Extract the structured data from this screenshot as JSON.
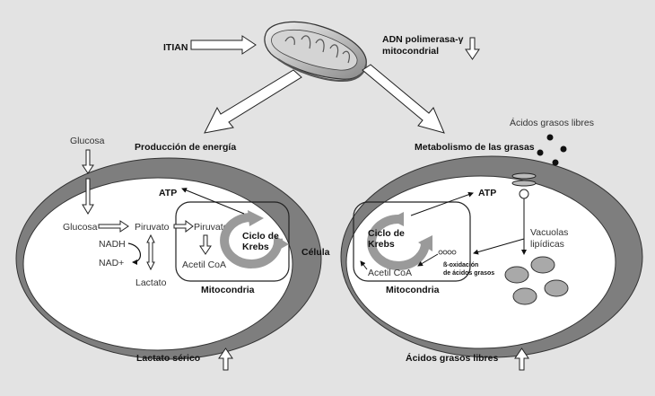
{
  "background": "#e3e3e3",
  "top": {
    "itian": "ITIAN",
    "adn_line1": "ADN polimerasa-γ",
    "adn_line2": "mitocondrial"
  },
  "left_cell": {
    "title": "Producción de energía",
    "glucosa_outside": "Glucosa",
    "glucosa": "Glucosa",
    "piruvato": "Piruvato",
    "piruvato_mito": "Piruvato",
    "nadh": "NADH",
    "nad": "NAD+",
    "lactato": "Lactato",
    "acetil": "Acetil CoA",
    "krebs_line1": "Ciclo de",
    "krebs_line2": "Krebs",
    "atp": "ATP",
    "mitocondria": "Mitocondria",
    "celula": "Célula",
    "bottom": "Lactato sérico"
  },
  "right_cell": {
    "title": "Metabolismo de las grasas",
    "acidos_libres_top": "Ácidos grasos libres",
    "atp": "ATP",
    "krebs_line1": "Ciclo de",
    "krebs_line2": "Krebs",
    "acetil": "Acetil CoA",
    "beta_line1": "ß-oxidación",
    "beta_line2": "de ácidos grasos",
    "vacuolas_line1": "Vacuolas",
    "vacuolas_line2": "lipídicas",
    "mitocondria": "Mitocondria",
    "bottom": "Ácidos grasos libres"
  }
}
